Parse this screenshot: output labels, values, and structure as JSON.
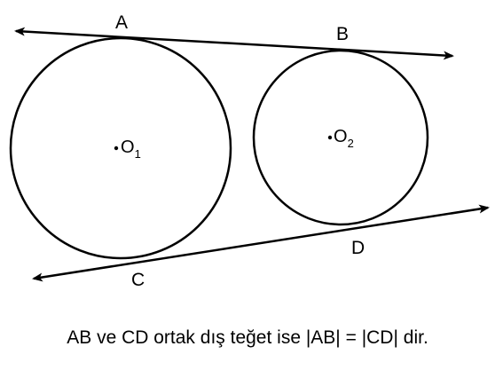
{
  "diagram": {
    "points": {
      "A": "A",
      "B": "B",
      "C": "C",
      "D": "D"
    },
    "centers": {
      "o1": {
        "letter": "O",
        "subscript": "1"
      },
      "o2": {
        "letter": "O",
        "subscript": "2"
      }
    },
    "stroke_color": "#000000",
    "caption": "AB ve CD ortak dış teğet ise |AB| = |CD| dir."
  }
}
